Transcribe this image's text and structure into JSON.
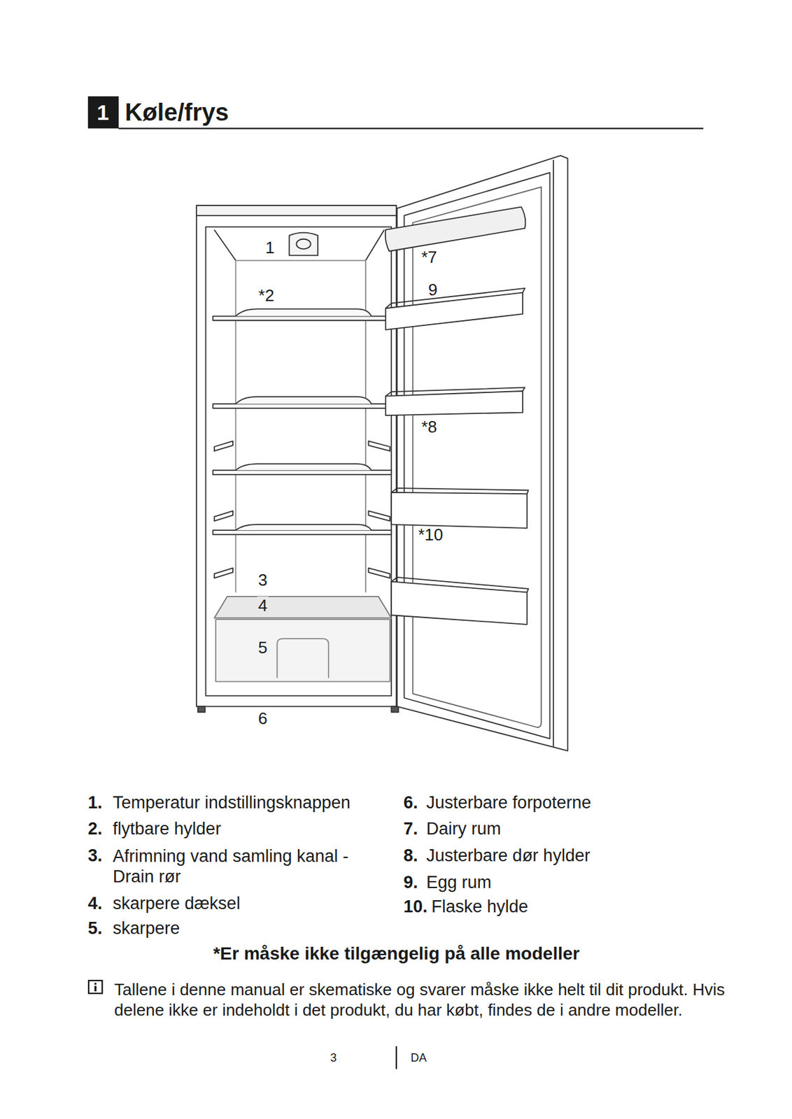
{
  "diagram": {
    "title": "Køle/frys",
    "labels": [
      "1",
      "1",
      "*2",
      "*7",
      "9",
      "*8",
      "*10",
      "3",
      "4",
      "5",
      "6",
      "1.",
      "Temperatur indstillingsknappen",
      "2.",
      "flytbare hylder",
      "3.",
      "Afrimning vand samling kanal - Drain rør",
      "4.",
      "skarpere dæksel",
      "5.",
      "skarpere",
      "6.",
      "Justerbare forpoterne",
      "7.",
      "Dairy rum",
      "8.",
      "Justerbare dør hylder",
      "9.",
      "Egg rum",
      "10.",
      "Flaske hylde",
      "*Er måske ikke tilgængelig på alle modeller",
      "Tallene i denne manual er skematiske og svarer måske ikke helt til dit produkt. Hvis delene ikke er indeholdt i det produkt, du har købt, findes de i andre modeller.",
      "3",
      "DA"
    ]
  }
}
